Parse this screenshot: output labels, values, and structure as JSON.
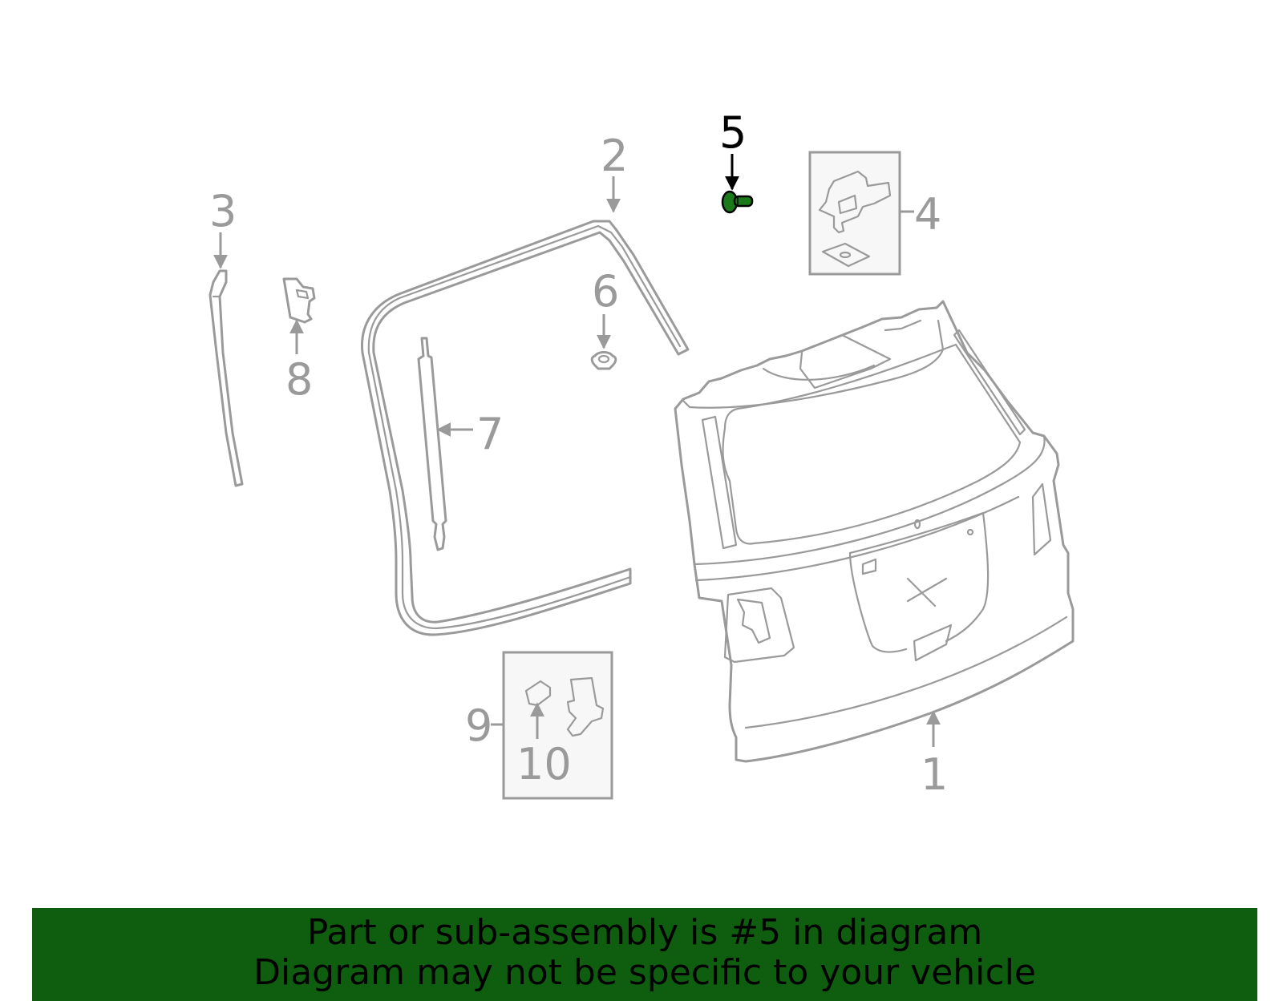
{
  "colors": {
    "highlight": "#1a7a1a",
    "banner_background": "#0f5e0f",
    "line_art": "#9a9a9a",
    "highlight_label": "#000000"
  },
  "callouts": {
    "c1": "1",
    "c2": "2",
    "c3": "3",
    "c4": "4",
    "c5": "5",
    "c6": "6",
    "c7": "7",
    "c8": "8",
    "c9": "9",
    "c10": "10"
  },
  "highlighted_part": "5",
  "banner": {
    "line1": "Part or sub-assembly is #5 in diagram",
    "line2": "Diagram may not be specific to your vehicle"
  }
}
